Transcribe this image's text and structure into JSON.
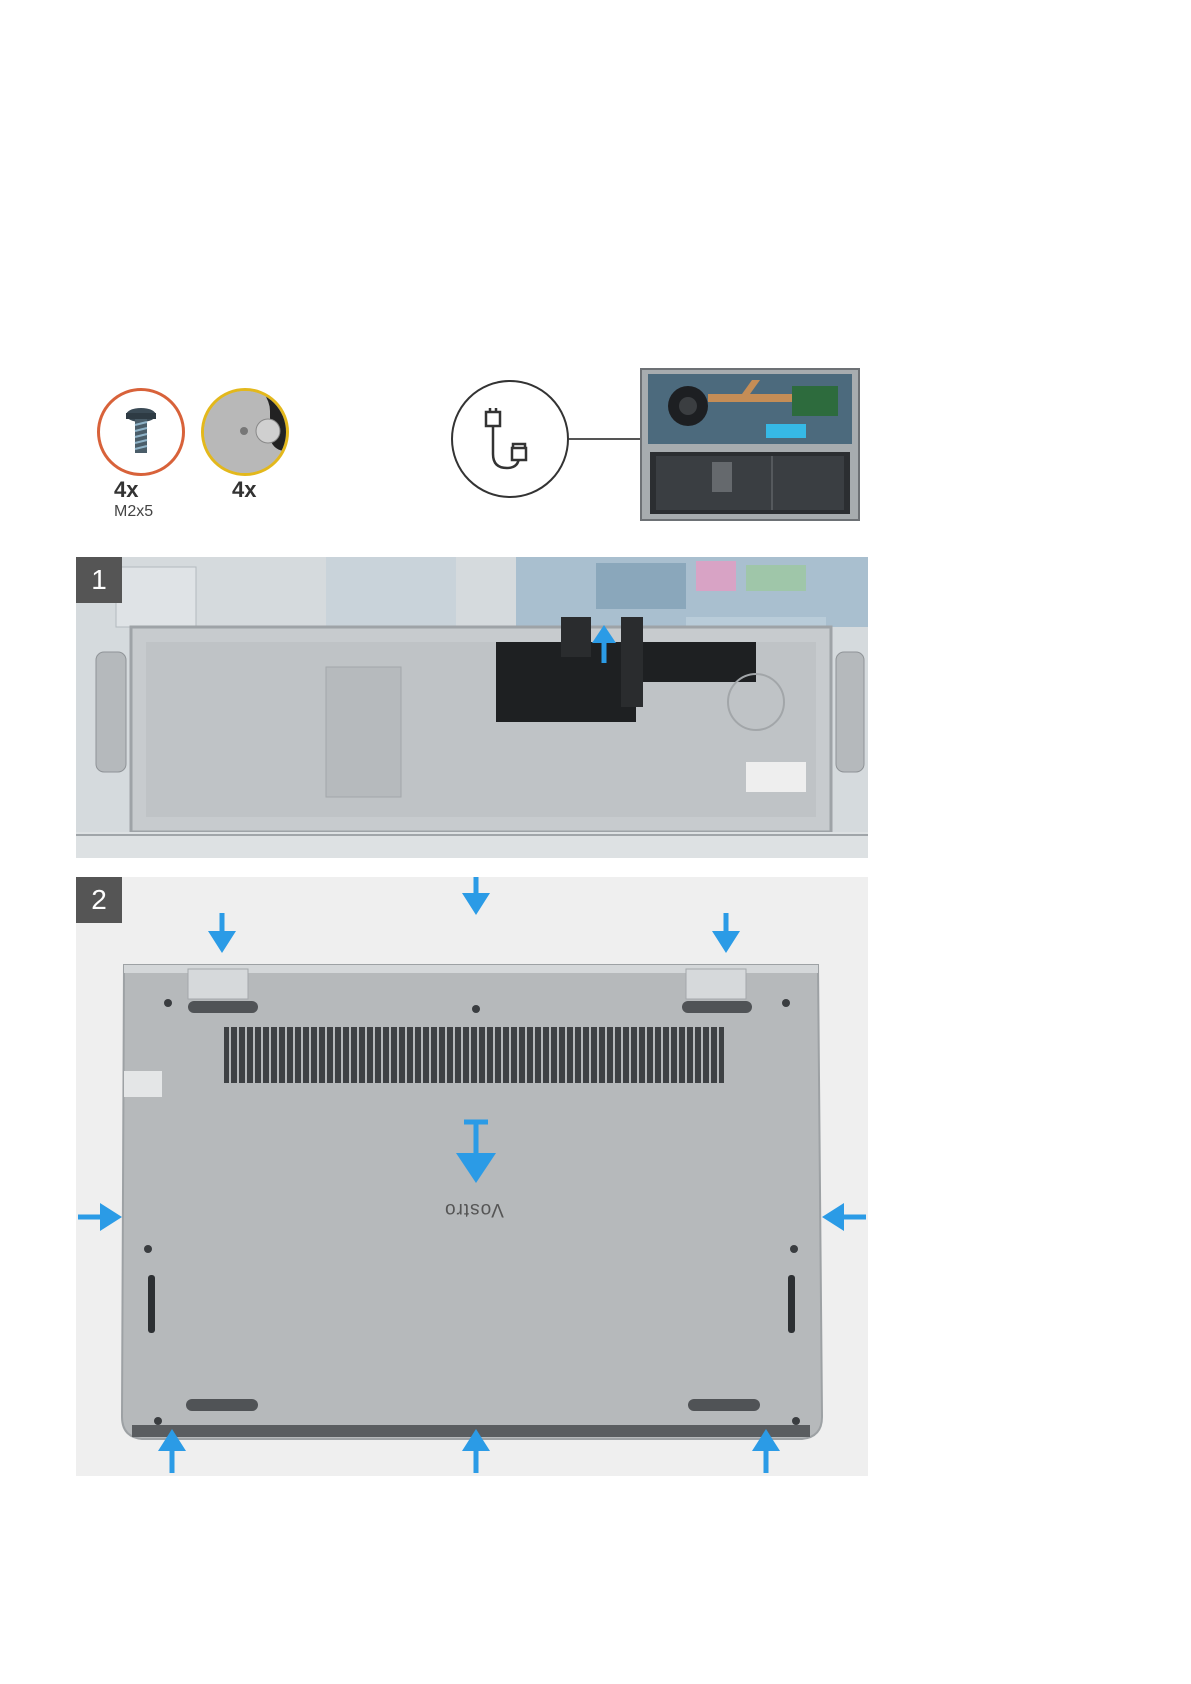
{
  "screws": {
    "screw_qty": "4x",
    "screw_spec": "M2x5",
    "cap_qty": "4x"
  },
  "step1": {
    "number": "1"
  },
  "step2": {
    "number": "2",
    "brand_text": "Vostro"
  },
  "colors": {
    "screw_ring": "#d8623a",
    "cap_ring": "#e3b81c",
    "arrow": "#2b9be6",
    "badge": "#555555"
  }
}
